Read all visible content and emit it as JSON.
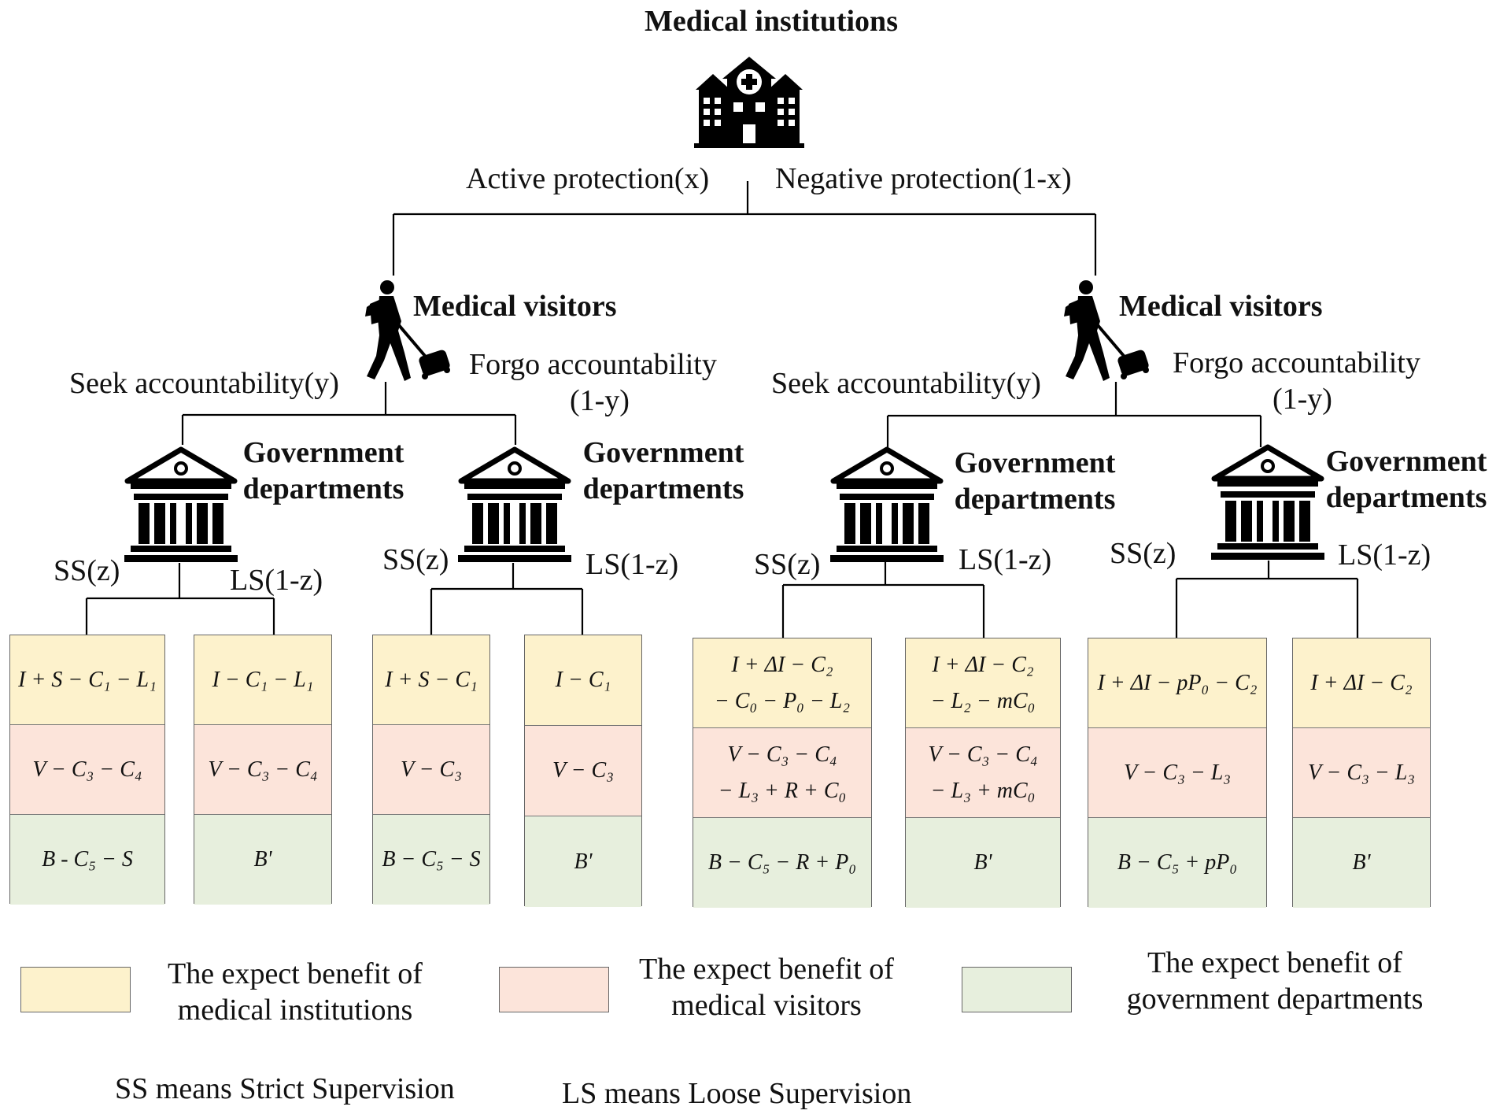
{
  "title": "Medical institutions",
  "colors": {
    "institution": "#fdf2cc",
    "visitor": "#fce4da",
    "government": "#e7efdd",
    "line": "#000000"
  },
  "branches": {
    "active": "Active protection(x)",
    "negative": "Negative protection(1-x)"
  },
  "visitors": {
    "label": "Medical visitors",
    "seek": "Seek accountability(y)",
    "forgo_line1": "Forgo accountability",
    "forgo_line2": "(1-y)"
  },
  "government": {
    "label_line1": "Government",
    "label_line2": "departments",
    "ss": "SS(z)",
    "ls": "LS(1-z)"
  },
  "payoffs": [
    {
      "inst": [
        "I + S − C₁ − L₁"
      ],
      "vis": [
        "V − C₃ − C₄"
      ],
      "gov": [
        "B - C₅ − S"
      ]
    },
    {
      "inst": [
        "I − C₁ − L₁"
      ],
      "vis": [
        "V − C₃ − C₄"
      ],
      "gov": [
        "B'"
      ]
    },
    {
      "inst": [
        "I + S − C₁"
      ],
      "vis": [
        "V − C₃"
      ],
      "gov": [
        "B − C₅ − S"
      ]
    },
    {
      "inst": [
        "I − C₁"
      ],
      "vis": [
        "V − C₃"
      ],
      "gov": [
        "B'"
      ]
    },
    {
      "inst": [
        "I + ΔI − C₂",
        "− C₀ − P₀ − L₂"
      ],
      "vis": [
        "V − C₃ − C₄",
        "− L₃ + R + C₀"
      ],
      "gov": [
        "B − C₅ − R + P₀"
      ]
    },
    {
      "inst": [
        "I + ΔI − C₂",
        "− L₂ − mC₀"
      ],
      "vis": [
        "V − C₃ − C₄",
        "− L₃ + mC₀"
      ],
      "gov": [
        "B'"
      ]
    },
    {
      "inst": [
        "I + ΔI − pP₀ − C₂"
      ],
      "vis": [
        "V − C₃ − L₃"
      ],
      "gov": [
        "B − C₅ + pP₀"
      ]
    },
    {
      "inst": [
        "I + ΔI − C₂"
      ],
      "vis": [
        "V − C₃ − L₃"
      ],
      "gov": [
        "B'"
      ]
    }
  ],
  "legend": {
    "inst_line1": "The expect benefit of",
    "inst_line2": "medical institutions",
    "vis_line1": "The expect benefit of",
    "vis_line2": "medical visitors",
    "gov_line1": "The expect benefit of",
    "gov_line2": "government departments"
  },
  "notes": {
    "ss": "SS means Strict Supervision",
    "ls": "LS means Loose Supervision"
  }
}
